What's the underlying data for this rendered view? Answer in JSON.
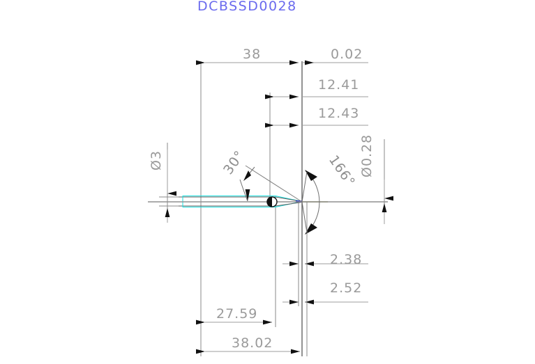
{
  "drawing": {
    "title": "DCBSSD0028",
    "title_color": "#6a6aee",
    "background_color": "#ffffff",
    "dimension_text_color": "#9a9a9a",
    "part_outline_color": "#16e1e1",
    "part_centerline_color": "#f2f200",
    "dimensions": {
      "top_overall": "38",
      "top_small": "0.02",
      "top_mid_upper": "12.41",
      "top_mid_lower": "12.43",
      "left_diameter": "Ø3",
      "right_diameter": "Ø0.28",
      "angle_left": "30°",
      "angle_right": "166°",
      "bottom_upper": "2.38",
      "bottom_lower": "2.52",
      "bottom_mid": "27.59",
      "bottom_overall": "38.02"
    }
  }
}
